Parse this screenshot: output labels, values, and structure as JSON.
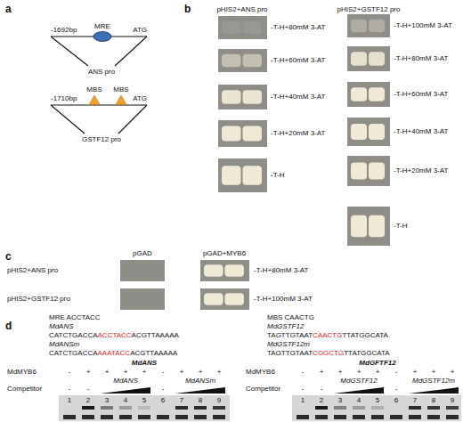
{
  "diagram": {
    "nodes": [
      {
        "text": [
          "MRE"
        ]
      },
      {
        "text": [
          "MBS"
        ]
      },
      {
        "text": [
          "MBS"
        ]
      }
    ],
    "labels": [
      "a",
      "-1692bp",
      "ATG",
      "ANS pro",
      "-1710bp",
      "ATG",
      "GSTF12 pro",
      "b",
      "pHIS2+ANS pro",
      "-T-H+80mM 3-AT",
      "-T-H+60mM 3-AT",
      "-T-H+40mM 3-AT",
      "-T-H+20mM 3-AT",
      "-T-H",
      "pHIS2+GSTF12 pro",
      "-T-H+100mM 3-AT",
      "-T-H+80mM 3-AT",
      "-T-H+60mM 3-AT",
      "-T-H+40mM 3-AT",
      "-T-H+20mM 3-AT",
      "-T-H",
      "c",
      "pGAD",
      "pGAD+MYB6",
      "pHIS2+ANS pro",
      "pHIS2+GSTF12 pro",
      "-T-H+80mM 3-AT",
      "-T-H+100mM 3-AT",
      "d",
      "MRE ACCTACC",
      "MdANS",
      "CATCTGACCA",
      "ACCTACC",
      "ACGTTAAAAA",
      "MdANSm",
      "CATCTGACCA",
      "AAATACC",
      "ACGTTAAAAA",
      "MdANS",
      "MdMYB6",
      "Competitor",
      "-",
      "+",
      "+",
      "+",
      "+",
      "-",
      "+",
      "+",
      "+",
      "-",
      "-",
      "-",
      "MdANS",
      "MdANSm",
      "1",
      "2",
      "3",
      "4",
      "5",
      "6",
      "7",
      "8",
      "9",
      "MBS CAACTG",
      "MdGSTF12",
      "TAGTTGTAAT",
      "CAACTG",
      "TTATGGCATA",
      "MdGSTF12m",
      "TAGTTGTAAT",
      "CGGCTG",
      "TTATGGCATA",
      "MdGFTF12",
      "MdMYB6",
      "Competitor",
      "-",
      "+",
      "+",
      "+",
      "+",
      "-",
      "+",
      "+",
      "+",
      "-",
      "-",
      "-",
      "MdGSTF12",
      "MdGSTF12m",
      "1",
      "2",
      "3",
      "4",
      "5",
      "6",
      "7",
      "8",
      "9"
    ]
  }
}
